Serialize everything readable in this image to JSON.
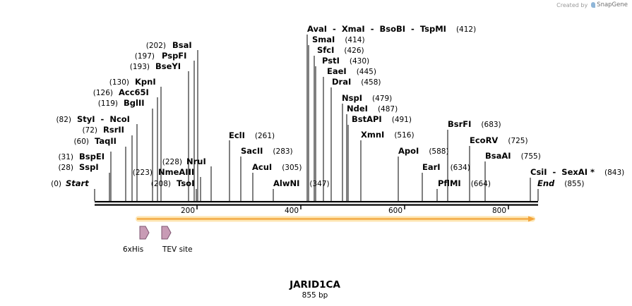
{
  "credit": {
    "prefix": "Created by",
    "brand": "SnapGene"
  },
  "sequence": {
    "name": "JARID1CA",
    "length_label": "855 bp",
    "length": 855
  },
  "ruler": {
    "ticks": [
      "200",
      "400",
      "600",
      "800"
    ]
  },
  "colors": {
    "feature_arrow": "#f3a53c",
    "feature_glow": "#fde6b3",
    "tag_fill": "#c89bb5",
    "tag_stroke": "#7d5470"
  },
  "features": [
    {
      "name": "6xHis",
      "icon": "arrow-right-icon"
    },
    {
      "name": "TEV site",
      "icon": "arrow-right-icon"
    }
  ],
  "sites": [
    {
      "name": "Start",
      "pos": "(0)",
      "italic": true
    },
    {
      "name": "SspI",
      "pos": "(28)"
    },
    {
      "name": "BspEI",
      "pos": "(31)"
    },
    {
      "name": "TaqII",
      "pos": "(60)"
    },
    {
      "name": "RsrII",
      "pos": "(72)"
    },
    {
      "name": "StyI  -  NcoI",
      "pos": "(82)"
    },
    {
      "name": "BglII",
      "pos": "(119)"
    },
    {
      "name": "Acc65I",
      "pos": "(126)"
    },
    {
      "name": "KpnI",
      "pos": "(130)"
    },
    {
      "name": "BseYI",
      "pos": "(193)"
    },
    {
      "name": "PspFI",
      "pos": "(197)"
    },
    {
      "name": "BsaI",
      "pos": "(202)"
    },
    {
      "name": "NmeAIII",
      "pos": "(223)"
    },
    {
      "name": "TsoI",
      "pos": "(208)"
    },
    {
      "name": "NruI",
      "pos": "(228)"
    },
    {
      "name": "EclI",
      "pos": "(261)"
    },
    {
      "name": "SacII",
      "pos": "(283)"
    },
    {
      "name": "AcuI",
      "pos": "(305)"
    },
    {
      "name": "AlwNI",
      "pos": "(347)"
    },
    {
      "name": "AvaI  -  XmaI  -  BsoBI  -  TspMI",
      "pos": "(412)"
    },
    {
      "name": "SmaI",
      "pos": "(414)"
    },
    {
      "name": "SfcI",
      "pos": "(426)"
    },
    {
      "name": "PstI",
      "pos": "(430)"
    },
    {
      "name": "EaeI",
      "pos": "(445)"
    },
    {
      "name": "DraI",
      "pos": "(458)"
    },
    {
      "name": "NspI",
      "pos": "(479)"
    },
    {
      "name": "NdeI",
      "pos": "(487)"
    },
    {
      "name": "BstAPI",
      "pos": "(491)"
    },
    {
      "name": "XmnI",
      "pos": "(516)"
    },
    {
      "name": "ApoI",
      "pos": "(588)"
    },
    {
      "name": "EarI",
      "pos": "(634)"
    },
    {
      "name": "PflMI",
      "pos": "(664)"
    },
    {
      "name": "BsrFI",
      "pos": "(683)"
    },
    {
      "name": "EcoRV",
      "pos": "(725)"
    },
    {
      "name": "BsaAI",
      "pos": "(755)"
    },
    {
      "name": "CsiI  -  SexAI *",
      "pos": "(843)"
    },
    {
      "name": "End",
      "pos": "(855)",
      "italic": true
    }
  ]
}
